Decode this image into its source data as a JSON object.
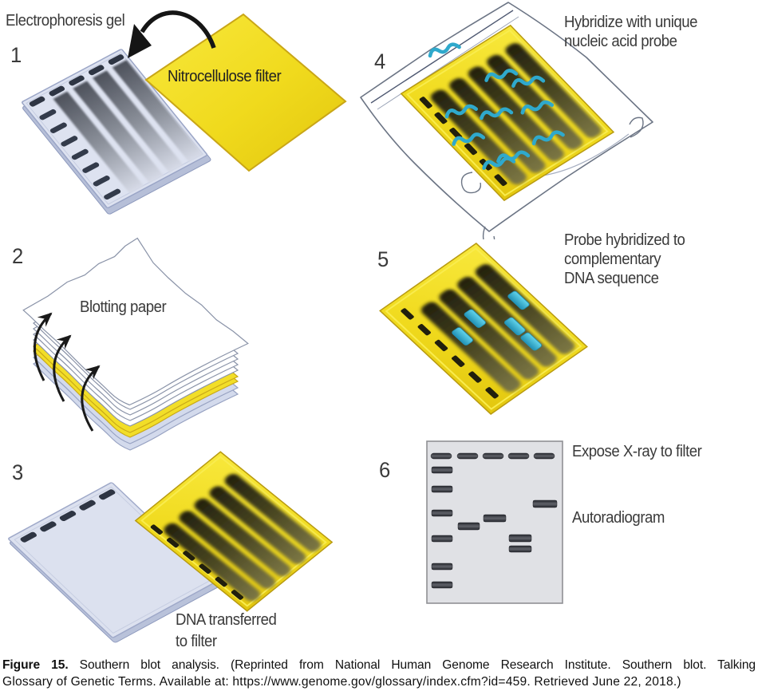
{
  "panels": [
    {
      "number": "1",
      "labels": {
        "electrophoresis_gel": "Electrophoresis gel",
        "nitrocellulose_filter": "Nitrocellulose filter"
      }
    },
    {
      "number": "2",
      "labels": {
        "blotting_paper": "Blotting paper"
      }
    },
    {
      "number": "3",
      "labels": {
        "line1": "DNA transferred",
        "line2": "to filter"
      }
    },
    {
      "number": "4",
      "labels": {
        "line1": "Hybridize with unique",
        "line2": "nucleic acid probe"
      }
    },
    {
      "number": "5",
      "labels": {
        "line1": "Probe hybridized to",
        "line2": "complementary",
        "line3": "DNA sequence"
      }
    },
    {
      "number": "6",
      "labels": {
        "expose": "Expose X-ray to filter",
        "autoradiogram": "Autoradiogram"
      }
    }
  ],
  "caption": {
    "figure_label": "Figure 15.",
    "line1": "Southern blot analysis. (Reprinted from National Human Genome Research Institute. Southern blot. Talking",
    "line2": "Glossary of Genetic Terms. Available at: https://www.genome.gov/glossary/index.cfm?id=459. Retrieved June 22, 2018.)"
  },
  "icons": {
    "transfer_arrow": "curved-black-arrow",
    "capillary_flow_arrows": "three-curved-arrows-up"
  },
  "colors": {
    "filter_yellow": "#f0da1d",
    "probe_cyan": "#2fa9cc",
    "gel_lavender": "#dde2f0",
    "band_dark": "#2e3543",
    "lane_olive": "#45421f",
    "xray_panel_gray": "#e0e1e5",
    "label_text": "#3a3a3a"
  }
}
